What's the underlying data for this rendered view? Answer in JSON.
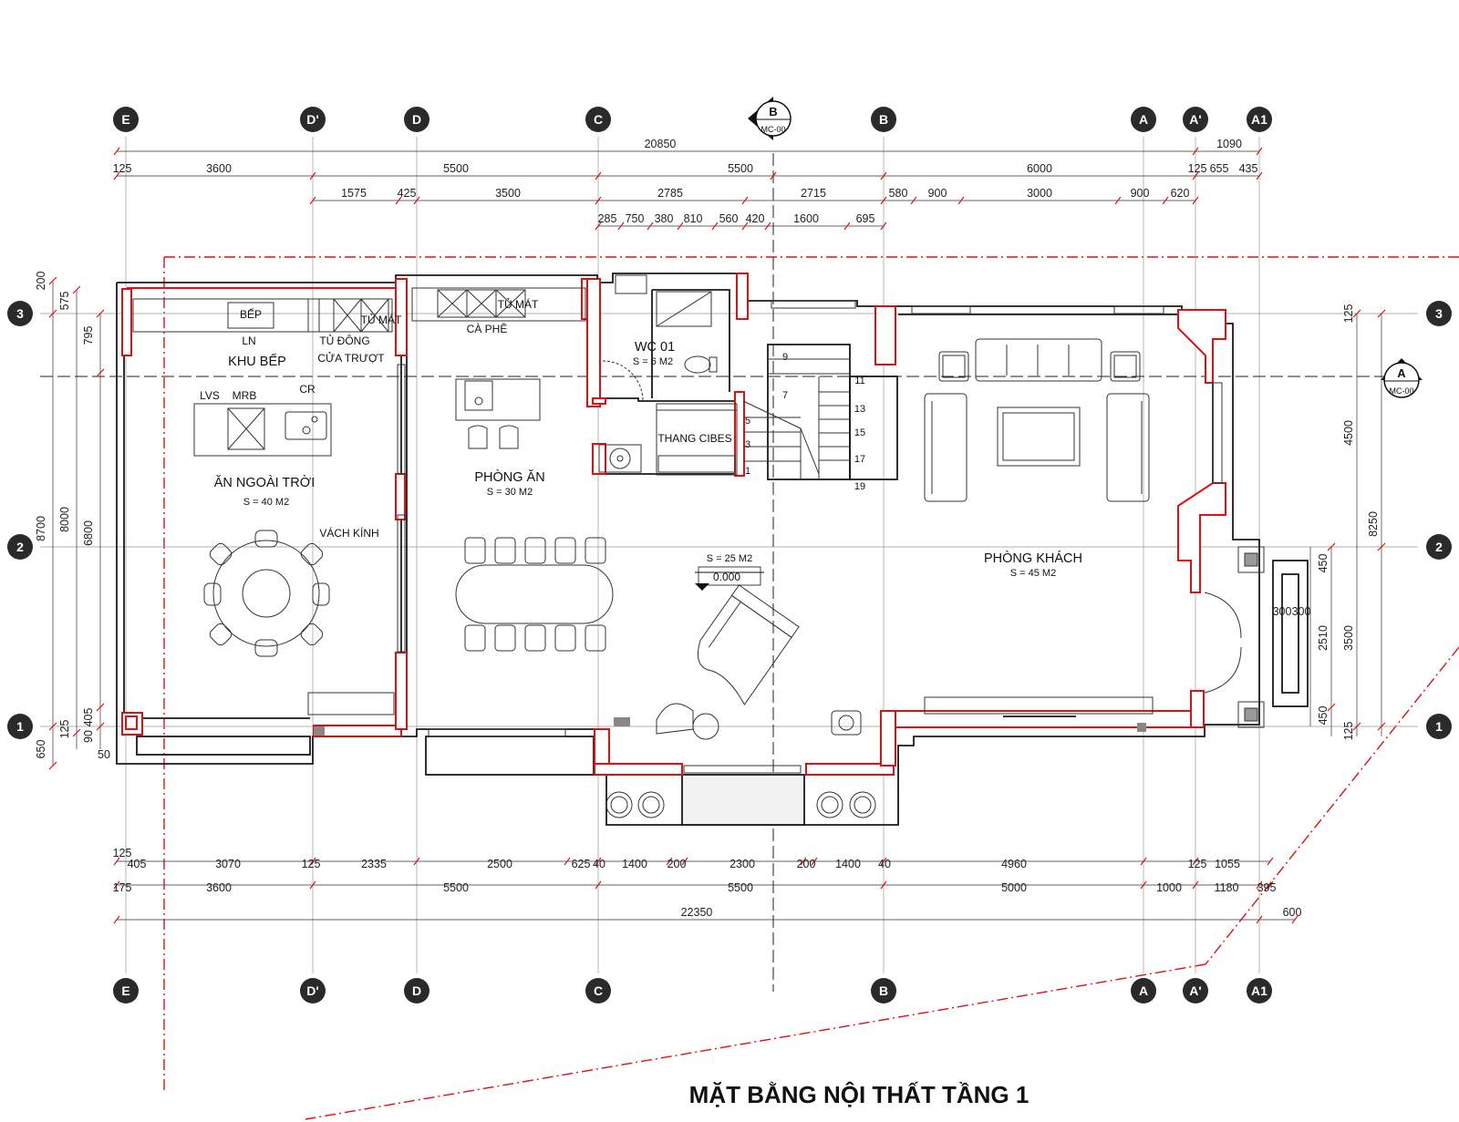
{
  "title": "MẶT BẰNG NỘI THẤT TẦNG 1",
  "grid_axes": {
    "columns": [
      "E",
      "D'",
      "D",
      "C",
      "B",
      "A",
      "A'",
      "A1"
    ],
    "rows": [
      "3",
      "2",
      "1"
    ]
  },
  "section_marks": [
    {
      "letter": "B",
      "ref": "MC-00"
    },
    {
      "letter": "A",
      "ref": "MC-00"
    }
  ],
  "rooms": [
    {
      "name": "KHU BẾP",
      "area": ""
    },
    {
      "name": "ĂN NGOÀI TRỜI",
      "area": "S = 40 M2"
    },
    {
      "name": "PHÒNG ĂN",
      "area": "S = 30 M2"
    },
    {
      "name": "WC 01",
      "area": "S = 6 M2"
    },
    {
      "name": "PHÒNG KHÁCH",
      "area": "S = 45 M2"
    },
    {
      "name": "",
      "area": "S = 25 M2"
    }
  ],
  "labels": {
    "bep": "BẾP",
    "ln": "LN",
    "tu_dong": "TỦ ĐÔNG",
    "tu_mat_1": "TỦ MÁT",
    "tu_mat_2": "TỦ MÁT",
    "ca_phe": "CÀ PHÊ",
    "cua_truot": "CỬA TRƯỢT",
    "lvs": "LVS",
    "mrb": "MRB",
    "cr": "CR",
    "vach_kinh": "VÁCH KÍNH",
    "thang_cibes": "THANG CIBES",
    "level": "0.000"
  },
  "stair_steps": [
    "1",
    "3",
    "5",
    "7",
    "9",
    "11",
    "13",
    "15",
    "17",
    "19"
  ],
  "dimensions": {
    "top_overall": [
      "20850",
      "1090"
    ],
    "top_row1": [
      "125",
      "3600",
      "5500",
      "5500",
      "6000",
      "125",
      "655",
      "435"
    ],
    "top_row2": [
      "1575",
      "425",
      "3500",
      "2785",
      "2715",
      "580",
      "900",
      "3000",
      "900",
      "620"
    ],
    "top_row3": [
      "285",
      "750",
      "380",
      "810",
      "560",
      "420",
      "1600",
      "695"
    ],
    "left": [
      "200",
      "575",
      "795",
      "8700",
      "8000",
      "6800",
      "405",
      "90",
      "125",
      "650",
      "50"
    ],
    "right": [
      "125",
      "4500",
      "8250",
      "450",
      "2510",
      "3500",
      "450",
      "125",
      "300",
      "300"
    ],
    "bottom_row1": [
      "125",
      "405",
      "3070",
      "125",
      "2335",
      "2500",
      "625",
      "40",
      "1400",
      "200",
      "2300",
      "200",
      "1400",
      "40",
      "4960",
      "125",
      "1055"
    ],
    "bottom_row2": [
      "175",
      "3600",
      "5500",
      "5500",
      "5000",
      "1000",
      "1180",
      "395"
    ],
    "bottom_overall": [
      "22350",
      "600"
    ]
  }
}
